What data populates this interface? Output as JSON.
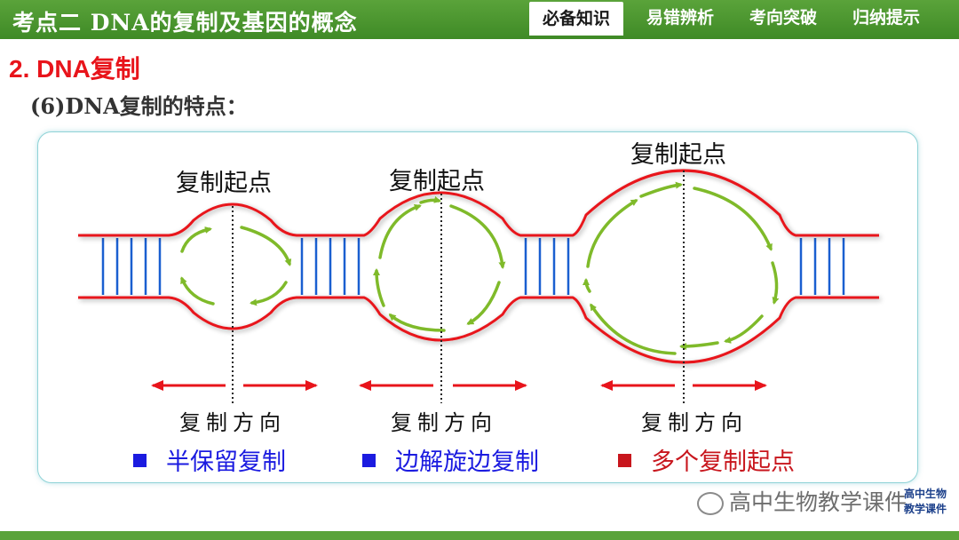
{
  "header": {
    "title": "考点二    DNA的复制及基因的概念",
    "tabs": [
      {
        "label": "必备知识",
        "active": true
      },
      {
        "label": "易错辨析",
        "active": false
      },
      {
        "label": "考向突破",
        "active": false
      },
      {
        "label": "归纳提示",
        "active": false
      }
    ]
  },
  "section_title": "2. DNA复制",
  "subtitle": "(6)DNA复制的特点：",
  "diagram": {
    "origins": [
      {
        "origin_label": "复制起点",
        "direction_label": "复制方向"
      },
      {
        "origin_label": "复制起点",
        "direction_label": "复制方向"
      },
      {
        "origin_label": "复制起点",
        "direction_label": "复制方向"
      }
    ],
    "colors": {
      "strand": "#e8141b",
      "base_pair": "#1a5fd0",
      "new_strand_arrow": "#7fba2a",
      "direction_arrow": "#e8141b"
    }
  },
  "features": [
    {
      "text": "半保留复制",
      "color": "#1b1be0"
    },
    {
      "text": "边解旋边复制",
      "color": "#1b1be0"
    },
    {
      "text": "多个复制起点",
      "color": "#c8161d"
    }
  ],
  "watermark": {
    "text": "高中生物教学课件",
    "icon": "wechat-icon",
    "logo_line1": "高中生物",
    "logo_line2": "教学课件"
  }
}
